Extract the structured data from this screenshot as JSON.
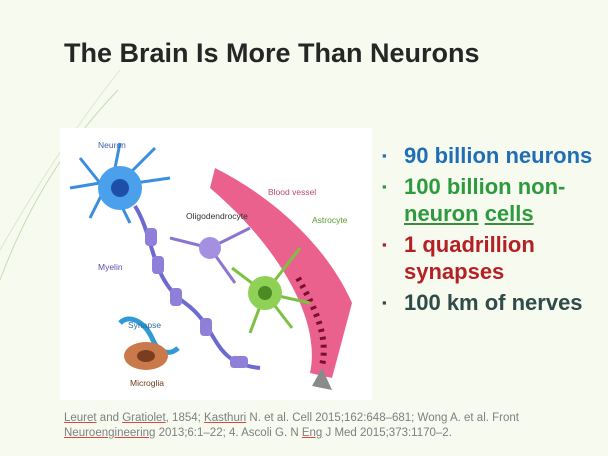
{
  "slide": {
    "title": "The Brain Is More Than Neurons",
    "figure": {
      "labels": {
        "neuron": "Neuron",
        "blood_vessel": "Blood vessel",
        "oligodendrocyte": "Oligodendrocyte",
        "astrocyte": "Astrocyte",
        "myelin": "Myelin",
        "synapse": "Synapse",
        "microglia": "Microglia"
      }
    },
    "bullets": [
      {
        "text": "90 billion neurons",
        "color": "#1f6fb6"
      },
      {
        "line1": "100 billion non-",
        "line2_a": "neuron",
        "line2_b": "cells",
        "color": "#2e9a3e"
      },
      {
        "line1": "1 quadrillion",
        "line2": "synapses",
        "color": "#b52025"
      },
      {
        "text": "100 km of nerves",
        "color": "#2f4b4a"
      }
    ],
    "bullet_marker": "▪",
    "references": {
      "line1_a": "Leuret",
      "line1_b": " and ",
      "line1_c": "Gratiolet",
      "line1_d": ", 1854; ",
      "line1_e": "Kasthuri",
      "line1_f": " N. et al. Cell 2015;162:648–681; Wong A. et al. Front",
      "line2_a": "Neuroengineering",
      "line2_b": " 2013;6:1–22; 4. Ascoli G. N ",
      "line2_c": "Eng",
      "line2_d": " J Med 2015;373:1170–2."
    }
  }
}
